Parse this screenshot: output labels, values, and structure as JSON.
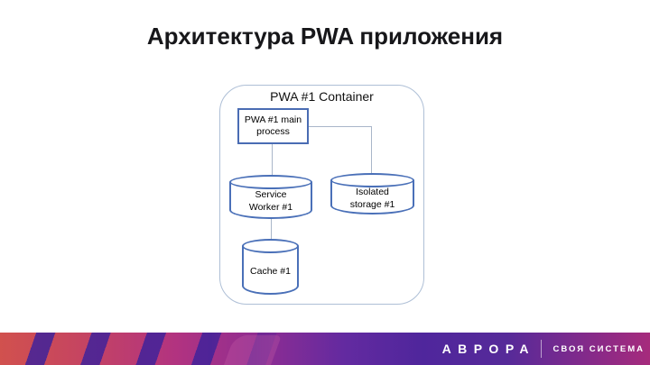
{
  "slide": {
    "title": "Архитектура PWA приложения"
  },
  "diagram": {
    "container_label": "PWA #1 Container",
    "main_process_label": "PWA #1 main\nprocess",
    "service_worker_label": "Service\nWorker #1",
    "isolated_storage_label": "Isolated\nstorage #1",
    "cache_label": "Cache #1",
    "colors": {
      "node_border": "#4a70b8",
      "process_box_border": "#4a6cb3",
      "container_border": "#aebfd6",
      "connector_line": "#a9b6c9"
    }
  },
  "footer": {
    "brand": "АВРОРА",
    "tagline": "СВОЯ СИСТЕМА",
    "colors": {
      "gradient_left": "#d1514e",
      "gradient_magenta": "#b23380",
      "gradient_purple": "#4f269c",
      "gradient_right": "#a62b7c",
      "stripe": "#40229a",
      "text": "#ffffff"
    }
  }
}
